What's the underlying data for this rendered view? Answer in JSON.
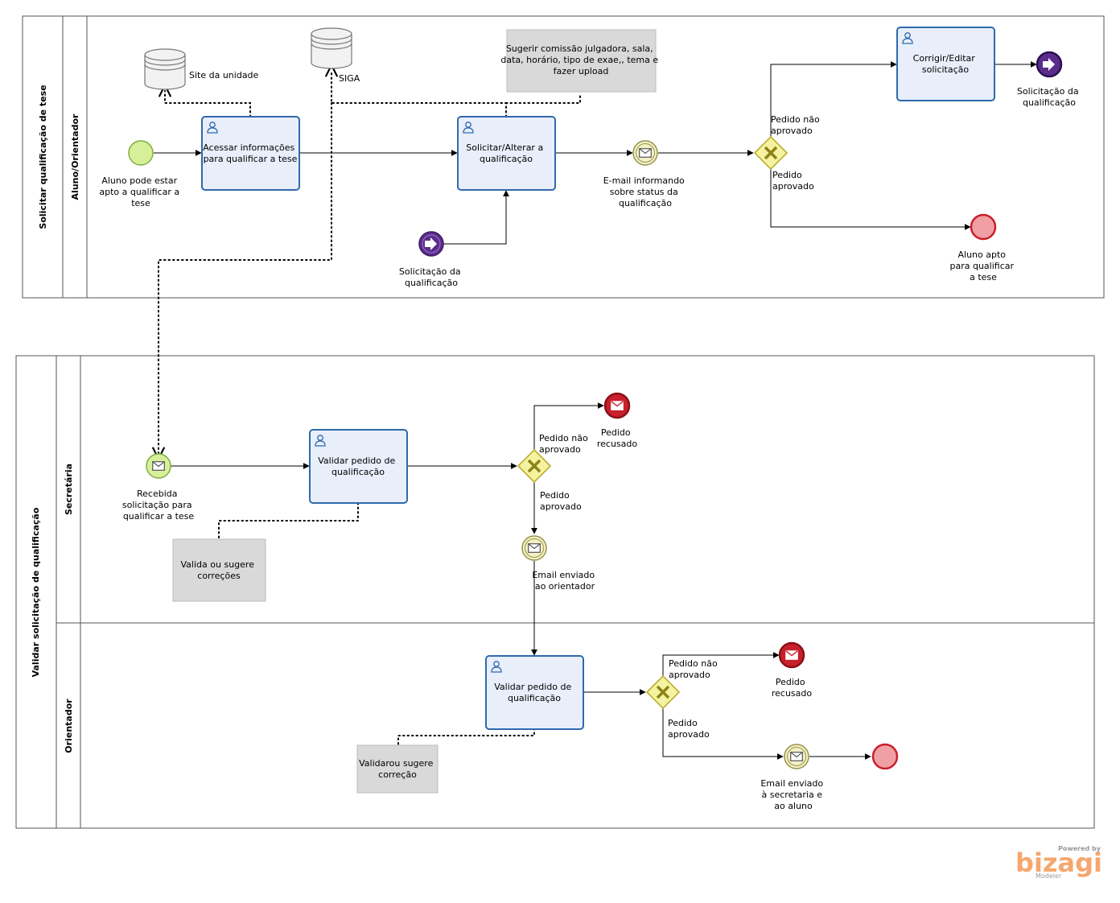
{
  "pools": {
    "top": {
      "label": "Solicitar  qualificação de tese",
      "lane": "Aluno/Orientador"
    },
    "bottom": {
      "label": "Validar solicitação de qualificação",
      "lane1": "Secretária",
      "lane2": "Orientador"
    }
  },
  "top": {
    "start_event": [
      "Aluno pode estar",
      "apto a qualificar a",
      "tese"
    ],
    "task_acessar": [
      "Acessar informações",
      "para qualificar a tese"
    ],
    "db_site": "Site da unidade",
    "db_siga": "SIGA",
    "annotation_sugerir": [
      "Sugerir comissão julgadora, sala,",
      "data, horário, tipo de exae,, tema e",
      "fazer upload"
    ],
    "task_solicitar": [
      "Solicitar/Alterar a",
      "qualificação"
    ],
    "signal_start": [
      "Solicitação da",
      "qualificação"
    ],
    "email_status": [
      "E-mail informando",
      "sobre status da",
      "qualificação"
    ],
    "gw_nao": [
      "Pedido não",
      "aprovado"
    ],
    "gw_sim": [
      "Pedido",
      "aprovado"
    ],
    "task_corrigir": [
      "Corrigir/Editar",
      "solicitação"
    ],
    "signal_end": [
      "Solicitação da",
      "qualificação"
    ],
    "end_apto": [
      "Aluno apto",
      "para qualificar",
      "a tese"
    ]
  },
  "secretaria": {
    "msg_start": [
      "Recebida",
      "solicitação para",
      "qualificar a tese"
    ],
    "task_validar": [
      "Validar pedido de",
      "qualificação"
    ],
    "annotation": [
      "Valida ou sugere",
      "correções"
    ],
    "gw_nao": [
      "Pedido não",
      "aprovado"
    ],
    "end_recusado": [
      "Pedido",
      "recusado"
    ],
    "gw_sim": [
      "Pedido",
      "aprovado"
    ],
    "email_orientador": [
      "Email enviado",
      "ao orientador"
    ]
  },
  "orientador": {
    "task_validar": [
      "Validar pedido de",
      "qualificação"
    ],
    "annotation": [
      "Validarou sugere",
      "correção"
    ],
    "gw_nao": [
      "Pedido não",
      "aprovado"
    ],
    "end_recusado": [
      "Pedido",
      "recusado"
    ],
    "gw_sim": [
      "Pedido",
      "aprovado"
    ],
    "email_final": [
      "Email enviado",
      "à secretaria e",
      "ao aluno"
    ]
  },
  "brand": {
    "powered": "Powered by",
    "name": "bizagi",
    "product": "Modeler"
  },
  "colors": {
    "task_fill": "#e8eefa",
    "task_stroke": "#2e6aad",
    "start_fill": "#d6f09a",
    "start_stroke": "#7fae3e",
    "end_fill": "#f0a0a4",
    "end_stroke": "#c8202c",
    "signal_fill": "#5b2c8c",
    "gateway_fill": "#f5f2a0",
    "gateway_stroke": "#b5a820",
    "email_fill": "#f3f0c6",
    "email_stroke": "#98924a",
    "annotation_fill": "#d9d9d9"
  }
}
